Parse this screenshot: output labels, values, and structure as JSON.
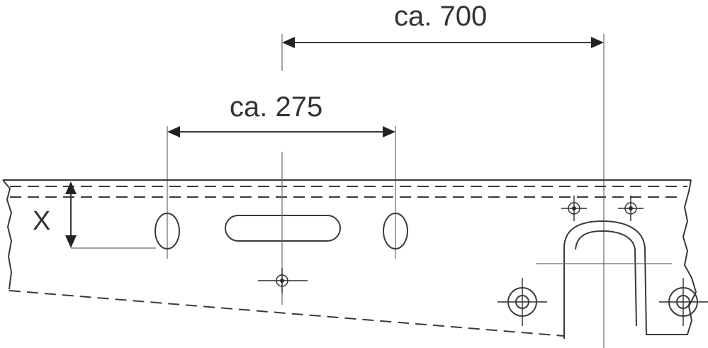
{
  "dimensions": {
    "overall_label": "ca. 700",
    "slot_spacing_label": "ca. 275",
    "height_label": "X"
  },
  "colors": {
    "line": "#3a3a3a",
    "text": "#333333",
    "background": "#ffffff"
  }
}
